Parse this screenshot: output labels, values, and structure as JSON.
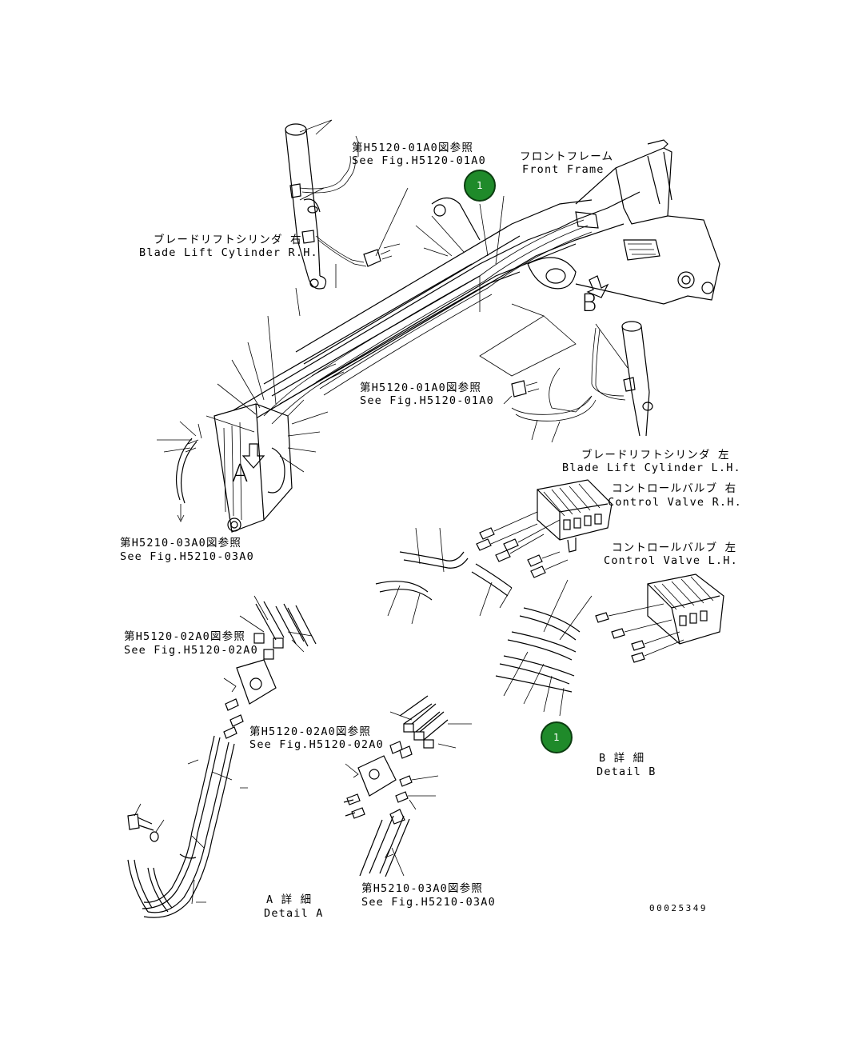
{
  "labels": {
    "ref_h5120_01a0_top_jp": "第H5120-01A0図参照",
    "ref_h5120_01a0_top_en": "See Fig.H5120-01A0",
    "front_frame_jp": "フロントフレーム",
    "front_frame_en": "Front Frame",
    "blade_lift_rh_jp": "ブレードリフトシリンダ 右",
    "blade_lift_rh_en": "Blade Lift Cylinder R.H.",
    "ref_h5120_01a0_mid_jp": "第H5120-01A0図参照",
    "ref_h5120_01a0_mid_en": "See Fig.H5120-01A0",
    "blade_lift_lh_jp": "ブレードリフトシリンダ 左",
    "blade_lift_lh_en": "Blade Lift Cylinder L.H.",
    "control_valve_rh_jp": "コントロールバルブ 右",
    "control_valve_rh_en": "Control Valve R.H.",
    "control_valve_lh_jp": "コントロールバルブ 左",
    "control_valve_lh_en": "Control Valve L.H.",
    "ref_h5210_03a0_left_jp": "第H5210-03A0図参照",
    "ref_h5210_03a0_left_en": "See Fig.H5210-03A0",
    "ref_h5120_02a0_left_jp": "第H5120-02A0図参照",
    "ref_h5120_02a0_left_en": "See Fig.H5120-02A0",
    "ref_h5120_02a0_mid_jp": "第H5120-02A0図参照",
    "ref_h5120_02a0_mid_en": "See Fig.H5120-02A0",
    "detail_b_jp": "B 詳 細",
    "detail_b_en": "Detail B",
    "detail_a_jp": "A 詳 細",
    "detail_a_en": "Detail A",
    "ref_h5210_03a0_bottom_jp": "第H5210-03A0図参照",
    "ref_h5210_03a0_bottom_en": "See Fig.H5210-03A0",
    "drawing_number": "00025349",
    "view_a_letter": "A",
    "view_b_letter": "B"
  },
  "callouts": [
    {
      "label": "1"
    },
    {
      "label": "1"
    }
  ],
  "colors": {
    "callout_fill": "#1f8a2a",
    "line": "#000000",
    "background": "#ffffff"
  }
}
